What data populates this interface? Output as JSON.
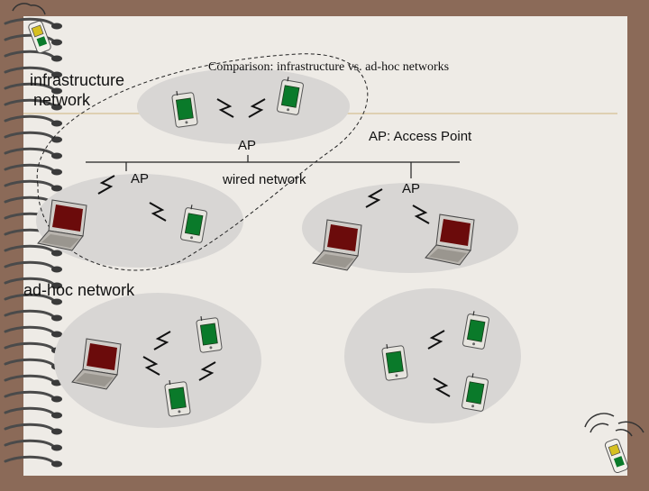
{
  "slide": {
    "title": "Comparison: infrastructure vs. ad-hoc networks",
    "label_infrastructure": "infrastructure network",
    "label_infra_line1": "infrastructure",
    "label_infra_line2": "network",
    "label_adhoc": "ad-hoc network",
    "legend_ap": "AP: Access Point",
    "label_wired": "wired network",
    "ap_top": "AP",
    "ap_left": "AP",
    "ap_right": "AP"
  },
  "colors": {
    "border": "#8b6a58",
    "paper": "#eeebe6",
    "cell": "#d8d6d4",
    "device_green": "#0a7a2a",
    "laptop_screen": "#6b0b0b"
  },
  "icons": [
    "spiral-binding-icon",
    "pda-icon",
    "laptop-icon",
    "radio-link-icon",
    "cell-tower-phone-icon"
  ]
}
